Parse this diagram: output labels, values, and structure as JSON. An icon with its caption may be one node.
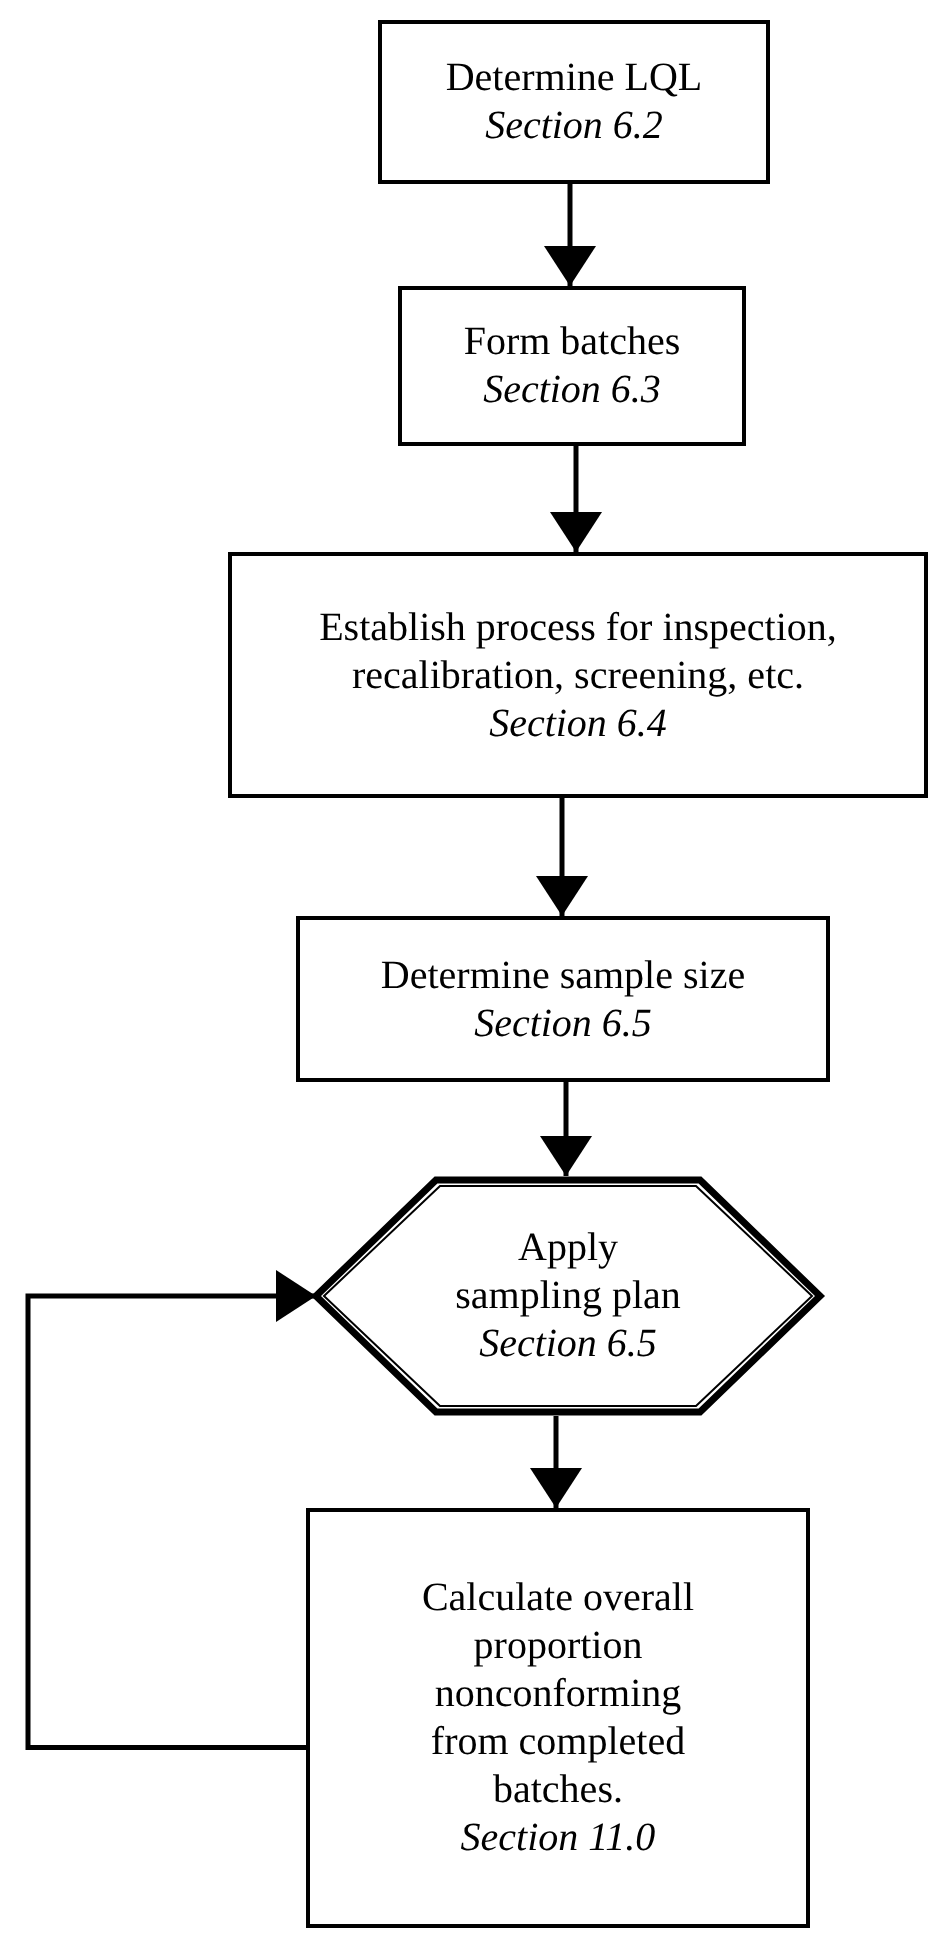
{
  "diagram": {
    "nodes": [
      {
        "text": [
          "Determine LQL",
          "Section 6.2"
        ]
      },
      {
        "text": [
          "Form batches",
          "Section 6.3"
        ]
      },
      {
        "text": [
          "Establish process for inspection, recalibration, screening, etc.",
          "Section 6.4"
        ]
      },
      {
        "text": [
          "Determine sample size",
          "Section 6.5"
        ]
      },
      {
        "text": [
          "Apply sampling plan",
          "Section 6.5"
        ]
      },
      {
        "text": [
          "Calculate overall proportion nonconforming from completed batches.",
          "Section 11.0"
        ]
      }
    ],
    "edges": [
      {
        "from": 0,
        "to": 1,
        "arrow": "to"
      },
      {
        "from": 1,
        "to": 2,
        "arrow": "to"
      },
      {
        "from": 2,
        "to": 3,
        "arrow": "to"
      },
      {
        "from": 3,
        "to": 4,
        "arrow": "to"
      },
      {
        "from": 4,
        "to": 5,
        "arrow": "to"
      },
      {
        "from": 5,
        "to": 4,
        "arrow": "to"
      }
    ]
  }
}
